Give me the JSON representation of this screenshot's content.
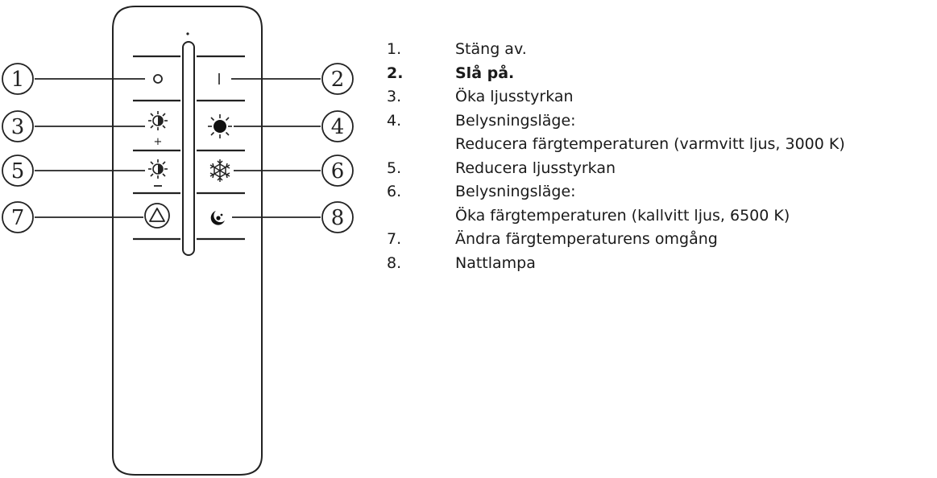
{
  "callouts": [
    "1",
    "2",
    "3",
    "4",
    "5",
    "6",
    "7",
    "8"
  ],
  "button_symbols": {
    "off": "o",
    "on": "I",
    "plus": "+",
    "minus": "−"
  },
  "icons": {
    "button_1": "off-circle-icon",
    "button_2": "on-line-icon",
    "button_3": "brightness-up-icon",
    "button_4": "warm-light-sun-icon",
    "button_5": "brightness-down-icon",
    "button_6": "cold-light-snowflake-icon",
    "button_7": "cycle-triangle-icon",
    "button_8": "night-lamp-moon-icon"
  },
  "legend": [
    {
      "num": "1.",
      "text": "Stäng av.",
      "bold": false
    },
    {
      "num": "2.",
      "text": "Slå på.",
      "bold": true
    },
    {
      "num": "3.",
      "text": "Öka ljusstyrkan",
      "bold": false
    },
    {
      "num": "4.",
      "text": "Belysningsläge:",
      "sub": "Reducera färgtemperaturen (varmvitt ljus, 3000 K)",
      "bold": false
    },
    {
      "num": "5.",
      "text": "Reducera ljusstyrkan",
      "bold": false
    },
    {
      "num": "6.",
      "text": "Belysningsläge:",
      "sub": "Öka färgtemperaturen (kallvitt ljus, 6500 K)",
      "bold": false
    },
    {
      "num": "7.",
      "text": "Ändra färgtemperaturens omgång",
      "bold": false
    },
    {
      "num": "8.",
      "text": "Nattlampa",
      "bold": false
    }
  ]
}
